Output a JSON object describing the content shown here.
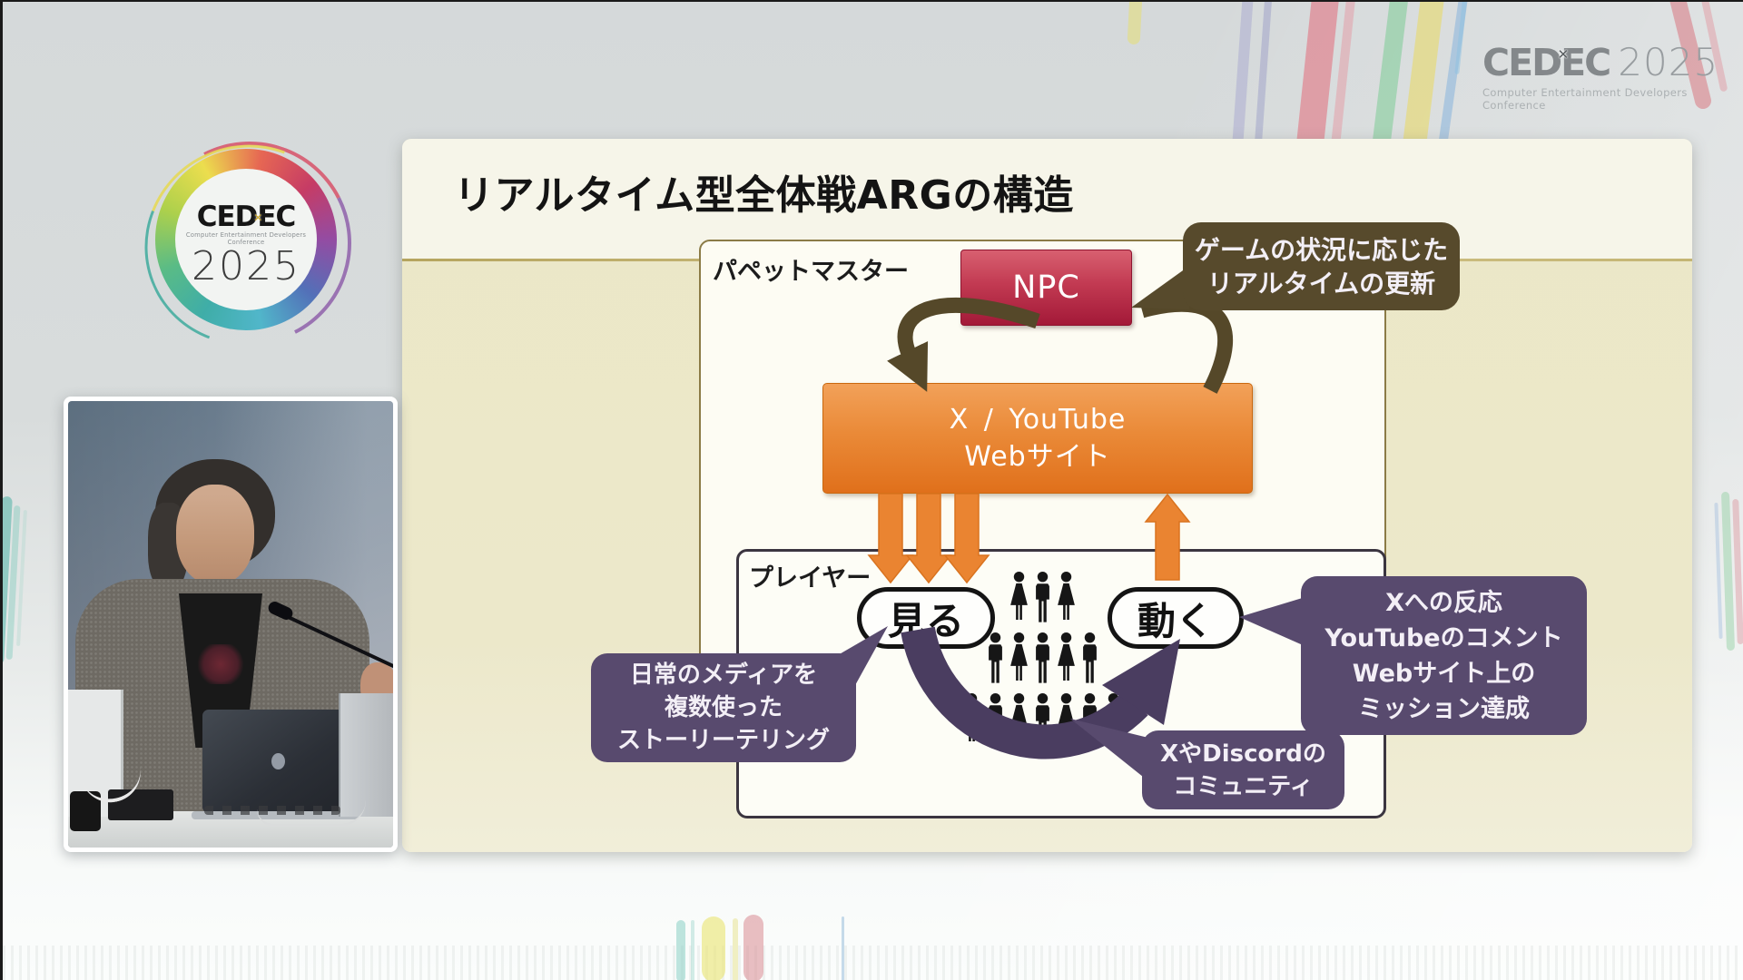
{
  "branding": {
    "top_logo": {
      "wordmark_left": "CE",
      "wordmark_mid": "D",
      "wordmark_right": "EC",
      "x_icon": "✕",
      "year": "2025",
      "tagline": "Computer Entertainment Developers Conference",
      "color": "#84888b"
    },
    "badge": {
      "wordmark_left": "CE",
      "wordmark_mid": "D",
      "wordmark_right": "EC",
      "x_icon": "✕",
      "tagline": "Computer Entertainment Developers Conference",
      "year": "2025"
    }
  },
  "video": {
    "description": "presenter speaking at a desk with laptops and a microphone"
  },
  "slide": {
    "title": "リアルタイム型全体戦ARGの構造",
    "puppet": {
      "label": "パペットマスター",
      "npc": "NPC",
      "callout": {
        "lines": [
          "ゲームの状況に応じた",
          "リアルタイムの更新"
        ],
        "color": "#574a2c"
      }
    },
    "media": {
      "lines": [
        "X / YouTube",
        "Webサイト"
      ],
      "color_top": "#f2a159",
      "color_bottom": "#e0701b"
    },
    "player": {
      "label": "プレイヤー",
      "watch": "見る",
      "act": "動く",
      "crowd_rows": [
        [
          "W",
          "M",
          "W"
        ],
        [
          "M",
          "W",
          "M",
          "W",
          "M"
        ],
        [
          "W",
          "M",
          "W",
          "M",
          "W",
          "M",
          "W"
        ]
      ],
      "callout_left": {
        "lines": [
          "日常のメディアを",
          "複数使った",
          "ストーリーテリング"
        ]
      },
      "callout_right": {
        "lines": [
          "Xへの反応",
          "YouTubeのコメント",
          "Webサイト上の",
          "ミッション達成"
        ]
      },
      "callout_bottom": {
        "lines": [
          "XやDiscordの",
          "コミュニティ"
        ]
      },
      "bubble_color": "#584a6e",
      "arc_color": "#4a3d60"
    },
    "colors": {
      "slide_body": "#ebe7c7",
      "slide_header": "#f6f5e9",
      "npc_red": "#b62642",
      "orange": "#ea8431",
      "puppet_border": "#8b7b46",
      "player_border": "#3b3540"
    }
  }
}
